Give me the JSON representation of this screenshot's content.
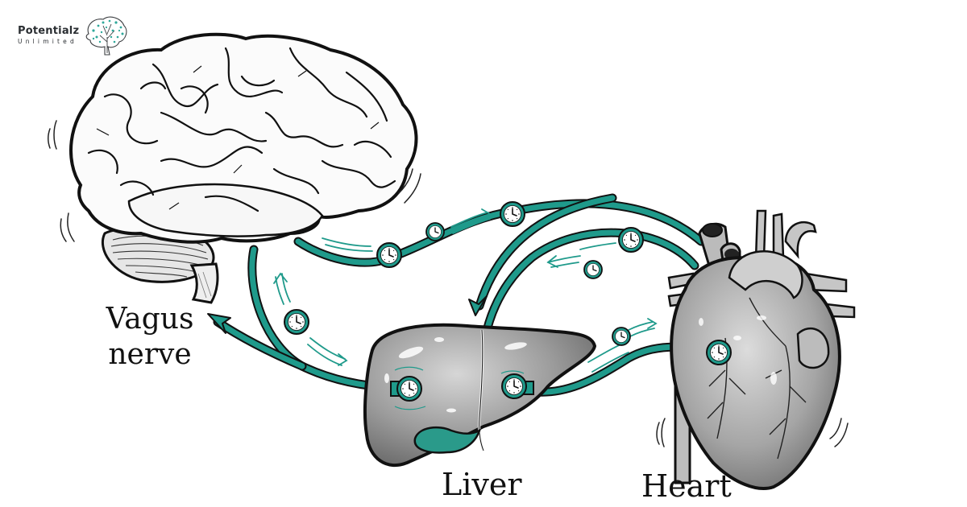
{
  "logo": {
    "title": "Potentialz",
    "subtitle": "Unlimited",
    "icon": "brain-tree-icon",
    "accent_color": "#2fa89a"
  },
  "labels": {
    "vagus_line1": "Vagus",
    "vagus_line2": "nerve",
    "liver": "Liver",
    "heart": "Heart"
  },
  "organs": [
    {
      "name": "Brain",
      "icon": "brain-icon"
    },
    {
      "name": "Liver",
      "icon": "liver-icon"
    },
    {
      "name": "Heart",
      "icon": "heart-icon"
    }
  ],
  "connections": [
    {
      "from": "Brain",
      "to": "Heart",
      "clocks": 2
    },
    {
      "from": "Heart",
      "to": "Liver",
      "clocks": 2
    },
    {
      "from": "Brain",
      "to": "Liver",
      "clocks": 2
    },
    {
      "from": "Liver",
      "to": "Heart",
      "clocks": 3
    }
  ],
  "colors": {
    "nerve": "#1f9a8b",
    "nerve_dark": "#0e6e63",
    "outline": "#111111",
    "organ_gray": "#9a9a9a",
    "background": "#ffffff"
  }
}
